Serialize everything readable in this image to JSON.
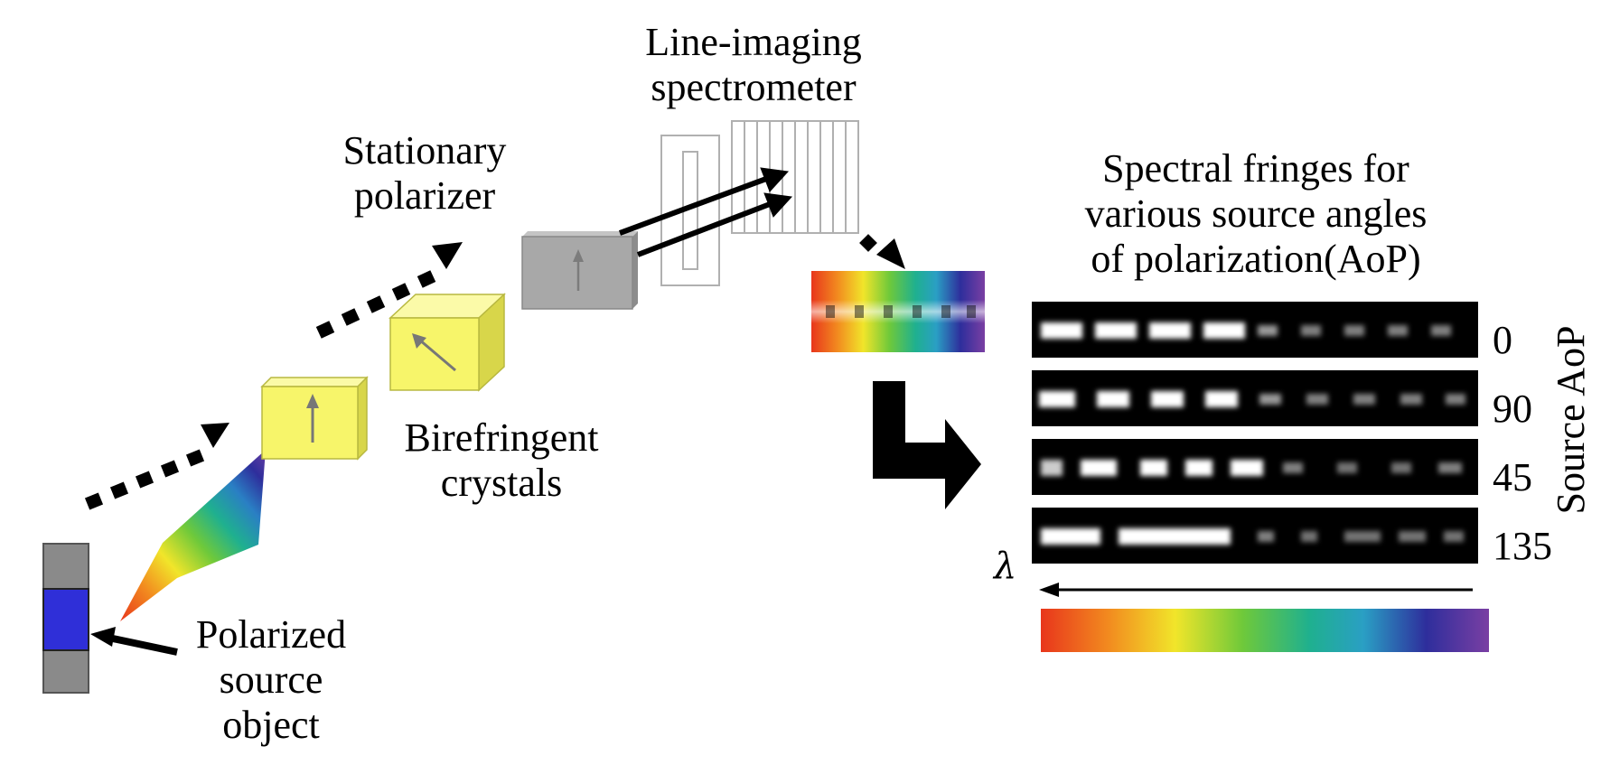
{
  "labels": {
    "spectrometer": [
      "Line-imaging",
      "spectrometer"
    ],
    "polarizer": [
      "Stationary",
      "polarizer"
    ],
    "crystals": [
      "Birefringent",
      "crystals"
    ],
    "source": [
      "Polarized",
      "source",
      "object"
    ],
    "fringes_title": [
      "Spectral fringes for",
      "various source angles",
      "of polarization(AoP)"
    ],
    "axis_title": "Source AoP",
    "wavelength_symbol": "λ"
  },
  "fringes": {
    "aop_values": [
      "0",
      "90",
      "45",
      "135"
    ]
  },
  "colors": {
    "crystal_yellow": "#f7f56a",
    "polarizer_gray": "#a8a8a8",
    "source_blue": "#2f2fd8",
    "source_gray": "#8a8a8a",
    "arrow_black": "#000000"
  }
}
